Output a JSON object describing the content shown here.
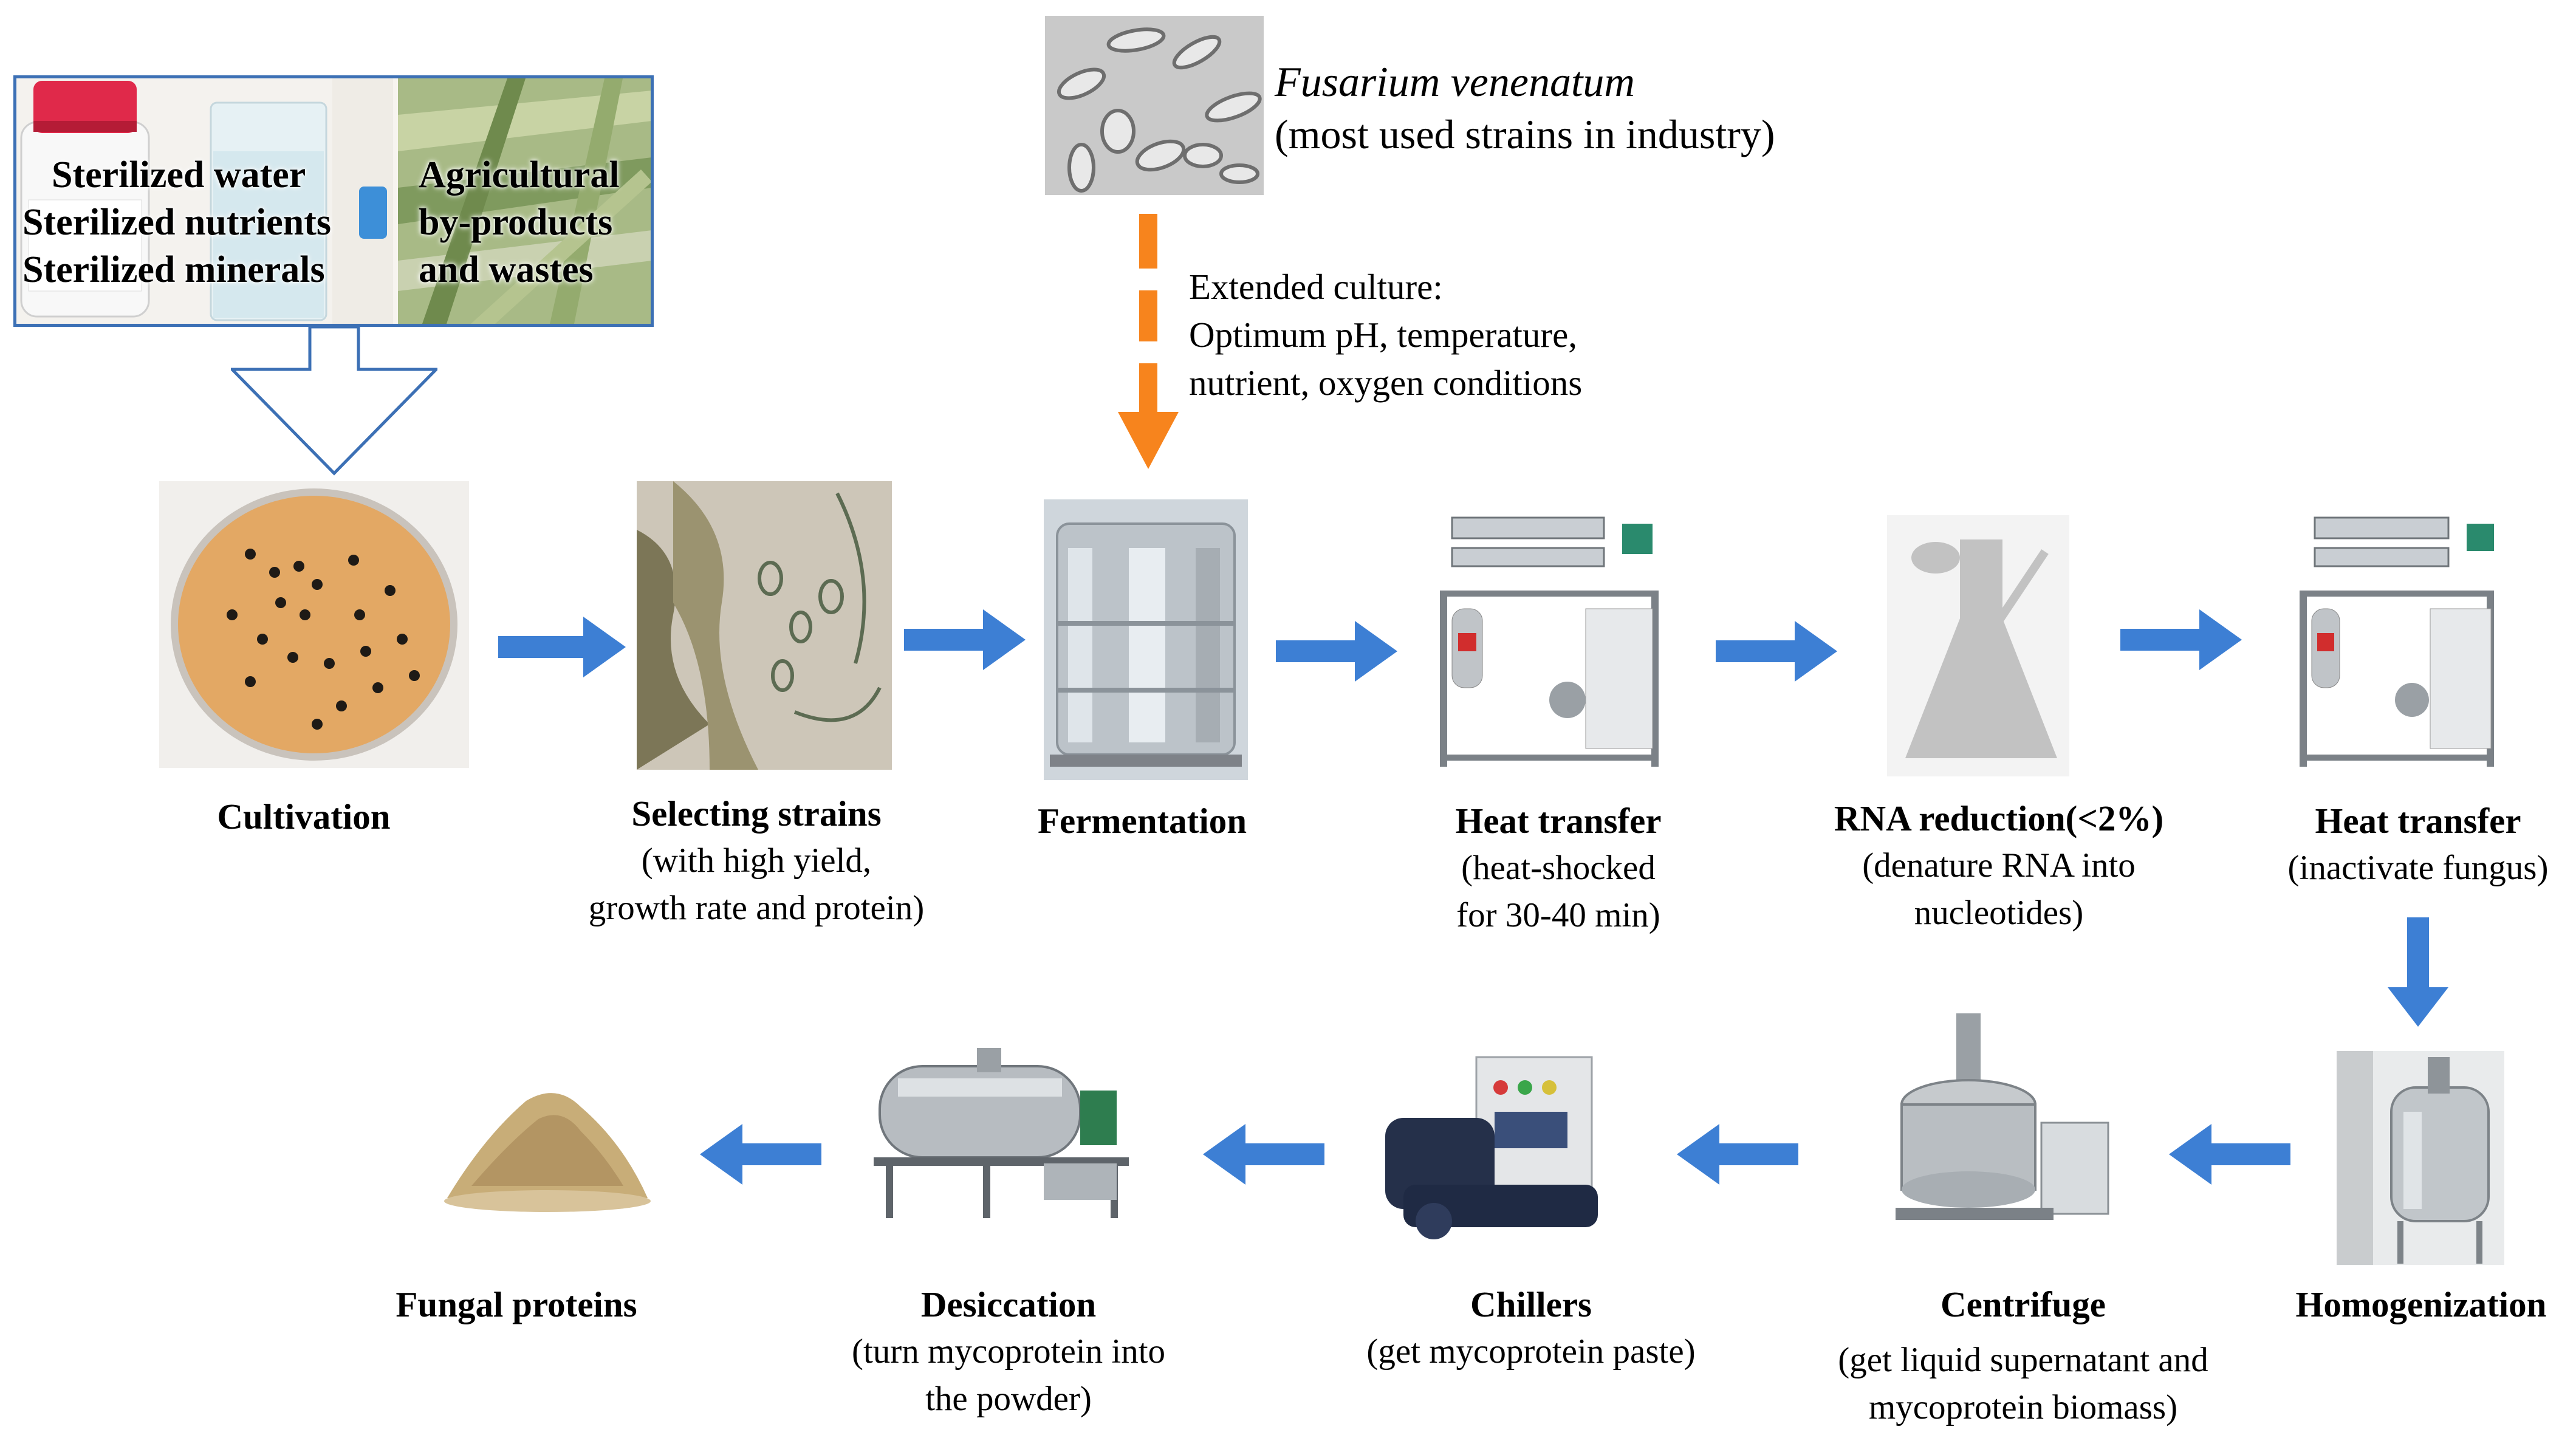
{
  "inputs": {
    "left_lines": [
      "Sterilized water",
      "Sterilized nutrients",
      "Sterilized minerals"
    ],
    "right_lines": [
      "Agricultural",
      "by-products",
      "and wastes"
    ]
  },
  "fusarium": {
    "name": "Fusarium venenatum",
    "description": "(most used strains in industry)"
  },
  "extended_culture": {
    "heading": "Extended culture:",
    "lines": [
      "Optimum pH, temperature,",
      "nutrient,  oxygen conditions"
    ]
  },
  "steps": {
    "cultivation": {
      "title": "Cultivation"
    },
    "selecting": {
      "title": "Selecting strains",
      "sub": [
        "(with high yield,",
        "growth rate and protein)"
      ]
    },
    "fermentation": {
      "title": "Fermentation"
    },
    "heat1": {
      "title": "Heat transfer",
      "sub": [
        "(heat-shocked",
        "for 30-40 min)"
      ]
    },
    "rna": {
      "title": "RNA reduction(<2%)",
      "sub": [
        "(denature RNA into",
        "nucleotides)"
      ]
    },
    "heat2": {
      "title": "Heat transfer",
      "sub": [
        "(inactivate fungus)"
      ]
    },
    "homogenization": {
      "title": "Homogenization"
    },
    "centrifuge": {
      "title": "Centrifuge",
      "sub": [
        "(get liquid supernatant and",
        "mycoprotein biomass)"
      ]
    },
    "chillers": {
      "title": "Chillers",
      "sub": [
        "(get mycoprotein paste)"
      ]
    },
    "desiccation": {
      "title": "Desiccation",
      "sub": [
        "(turn mycoprotein into",
        "the powder)"
      ]
    },
    "fungal": {
      "title": "Fungal proteins"
    }
  },
  "colors": {
    "flow_arrow": "#3d7fd4",
    "culture_arrow": "#f7841d",
    "input_border": "#3c70b5"
  },
  "icons": [
    "petri-dish",
    "microscope-strains",
    "fermentation-tank",
    "heat-exchanger",
    "flask",
    "homogenizer",
    "centrifuge",
    "chiller",
    "dryer",
    "protein-powder"
  ]
}
